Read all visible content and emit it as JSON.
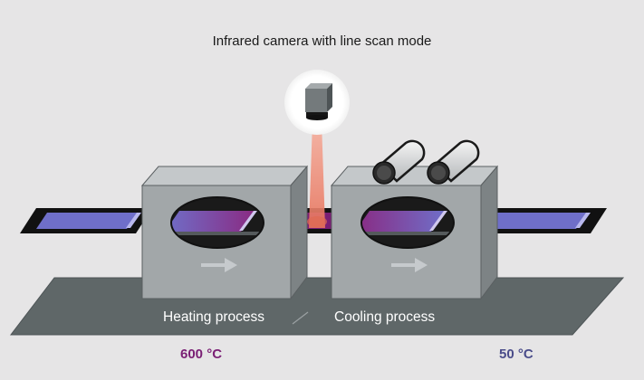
{
  "camera": {
    "label": "Infrared camera with line scan mode"
  },
  "processes": {
    "heating": {
      "label": "Heating process",
      "temperature": "600 °C"
    },
    "cooling": {
      "label": "Cooling process",
      "temperature": "50 °C"
    }
  },
  "colors": {
    "background": "#e6e5e6",
    "base_platform": "#5f6768",
    "box_front": "#a2a7a9",
    "box_top": "#c4c8ca",
    "box_side": "#7d8385",
    "hot_strip": "#7a1f74",
    "cold_strip": "#6f6fc9",
    "laser": "#f0856f",
    "hot_temperature_text": "#7a1f74",
    "cold_temperature_text": "#4a4c8a"
  },
  "icons": [
    "camera-icon",
    "laser-beam",
    "roller-icon",
    "arrow-right-icon"
  ]
}
